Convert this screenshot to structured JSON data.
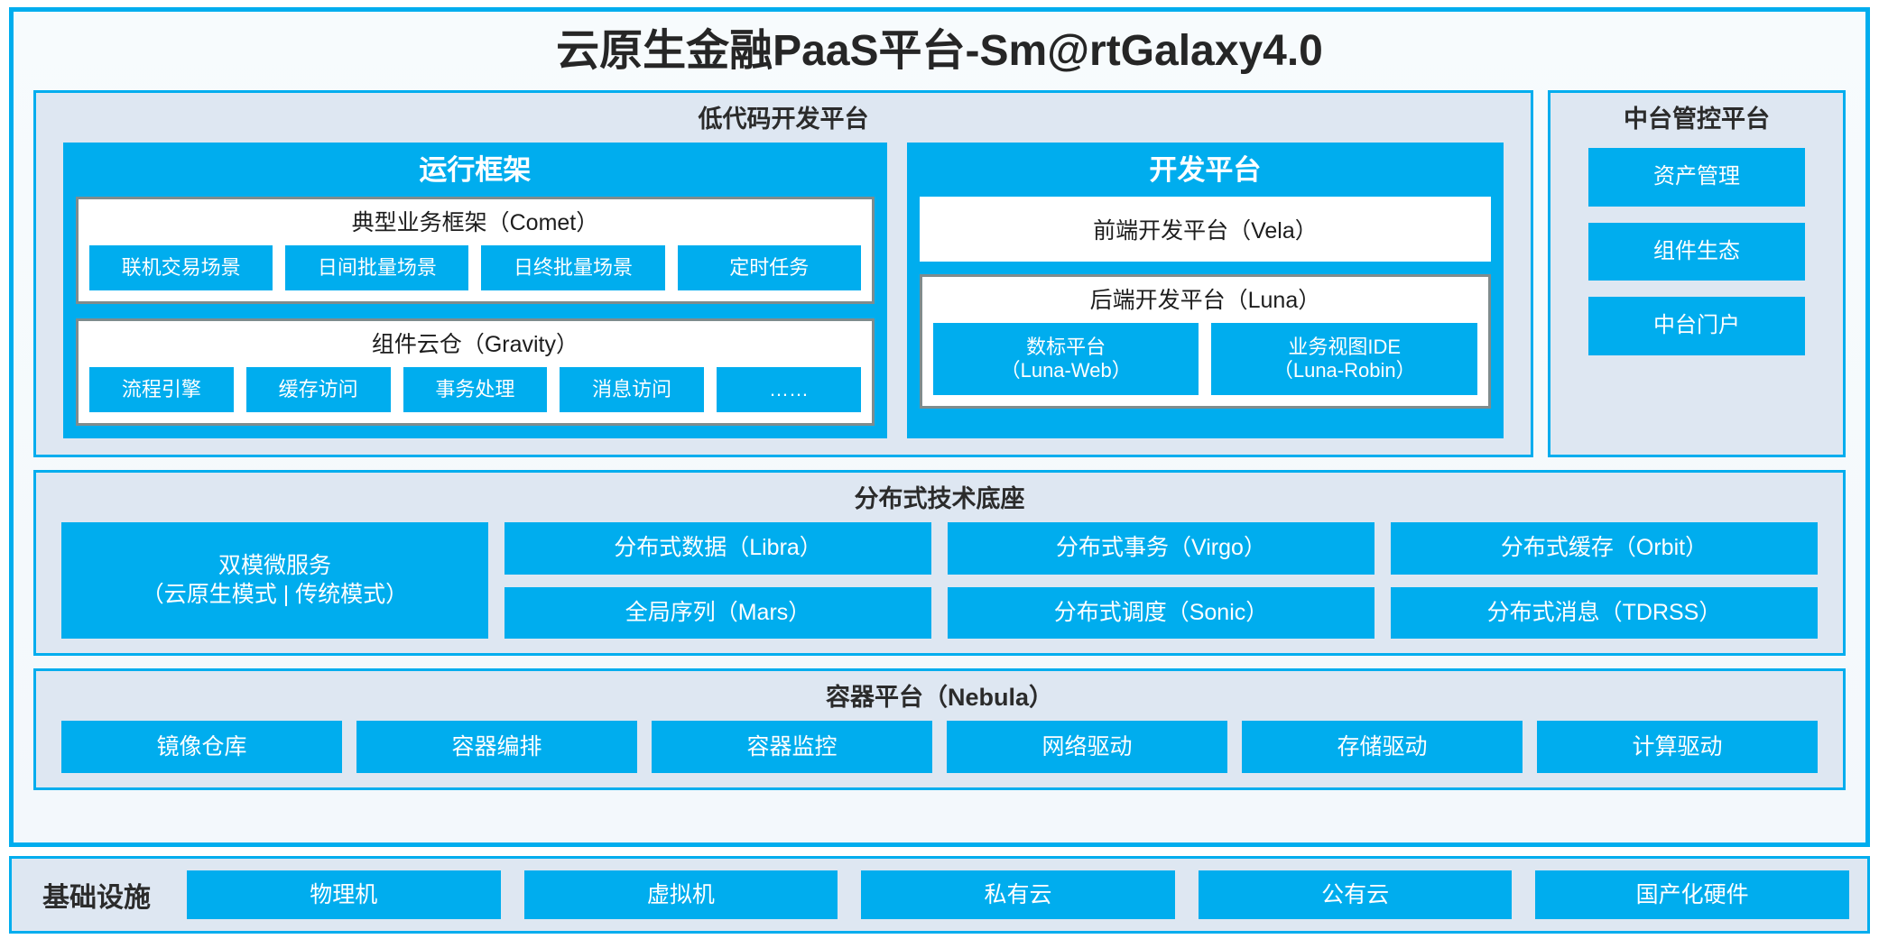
{
  "title": "云原生金融PaaS平台-Sm@rtGalaxy4.0",
  "colors": {
    "accent": "#00ADEE",
    "panel_bg": "#DEE7F2",
    "box_border": "#7F8C8D",
    "page_bg": "#F5FAFD",
    "text": "#262626"
  },
  "lowcode": {
    "title": "低代码开发平台",
    "runtime": {
      "title": "运行框架",
      "comet": {
        "title": "典型业务框架（Comet）",
        "items": [
          "联机交易场景",
          "日间批量场景",
          "日终批量场景",
          "定时任务"
        ]
      },
      "gravity": {
        "title": "组件云仓（Gravity）",
        "items": [
          "流程引擎",
          "缓存访问",
          "事务处理",
          "消息访问",
          "……"
        ]
      }
    },
    "devplatform": {
      "title": "开发平台",
      "frontend": "前端开发平台（Vela）",
      "backend": {
        "title": "后端开发平台（Luna）",
        "items": [
          {
            "name": "数标平台",
            "code": "（Luna-Web）"
          },
          {
            "name": "业务视图IDE",
            "code": "（Luna-Robin）"
          }
        ]
      }
    }
  },
  "management": {
    "title": "中台管控平台",
    "items": [
      "资产管理",
      "组件生态",
      "中台门户"
    ]
  },
  "distributed": {
    "title": "分布式技术底座",
    "microservice": {
      "line1": "双模微服务",
      "line2": "（云原生模式 | 传统模式）"
    },
    "columns": [
      [
        "分布式数据（Libra）",
        "全局序列（Mars）"
      ],
      [
        "分布式事务（Virgo）",
        "分布式调度（Sonic）"
      ],
      [
        "分布式缓存（Orbit）",
        "分布式消息（TDRSS）"
      ]
    ]
  },
  "container": {
    "title": "容器平台（Nebula）",
    "items": [
      "镜像仓库",
      "容器编排",
      "容器监控",
      "网络驱动",
      "存储驱动",
      "计算驱动"
    ]
  },
  "infrastructure": {
    "label": "基础设施",
    "items": [
      "物理机",
      "虚拟机",
      "私有云",
      "公有云",
      "国产化硬件"
    ]
  }
}
